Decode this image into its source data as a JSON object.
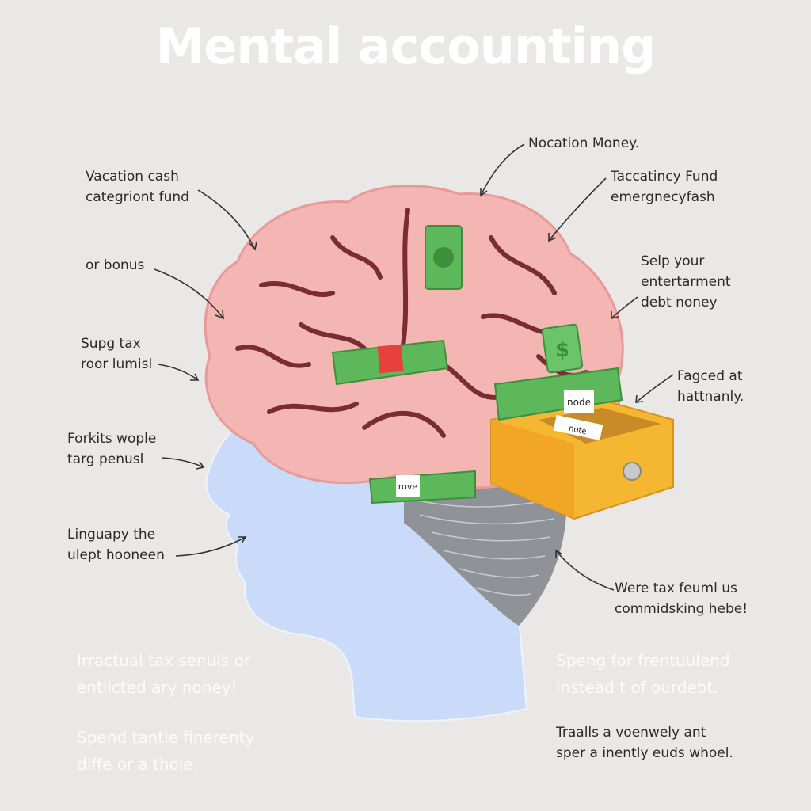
{
  "title": "Mental accounting",
  "annotations": {
    "left": [
      {
        "lines": [
          "Vacation cash",
          "categriont fund"
        ]
      },
      {
        "lines": [
          "or bonus"
        ]
      },
      {
        "lines": [
          "Supg tax",
          "roor lumisl"
        ]
      },
      {
        "lines": [
          "Forkits wople",
          "targ penusl"
        ]
      },
      {
        "lines": [
          "Linguapy the",
          "ulept hooneen"
        ]
      }
    ],
    "right": [
      {
        "lines": [
          "Nocation Money."
        ]
      },
      {
        "lines": [
          "Taccatincy Fund",
          "emergnecyfash"
        ]
      },
      {
        "lines": [
          "Selp your",
          "entertarment",
          "debt noney"
        ]
      },
      {
        "lines": [
          "Fagced at",
          "hattnanly."
        ]
      },
      {
        "lines": [
          "Were tax feuml us",
          "commidsking hebe!"
        ]
      },
      {
        "lines": [
          "Traalls a voenwely ant",
          "sper a inently euds whoel."
        ]
      }
    ],
    "faded": [
      {
        "lines": [
          "Irractual tax senuls or",
          "entilcted ary noney!"
        ]
      },
      {
        "lines": [
          "Spend tantle finerenty",
          "diffe or a thole."
        ]
      },
      {
        "lines": [
          "Speng for frentuulend",
          "instead t of ourdebt."
        ]
      }
    ]
  },
  "money_labels": {
    "stack_top": "node",
    "drawer": "note",
    "stack_bottom": "rove",
    "bill_symbol": "$"
  },
  "colors": {
    "background": "#e9e8e6",
    "brain": "#f4b6b2",
    "fold": "#7a2c33",
    "head": "#c9dbf8",
    "money": "#5cb85a",
    "drawer": "#f5b731"
  }
}
